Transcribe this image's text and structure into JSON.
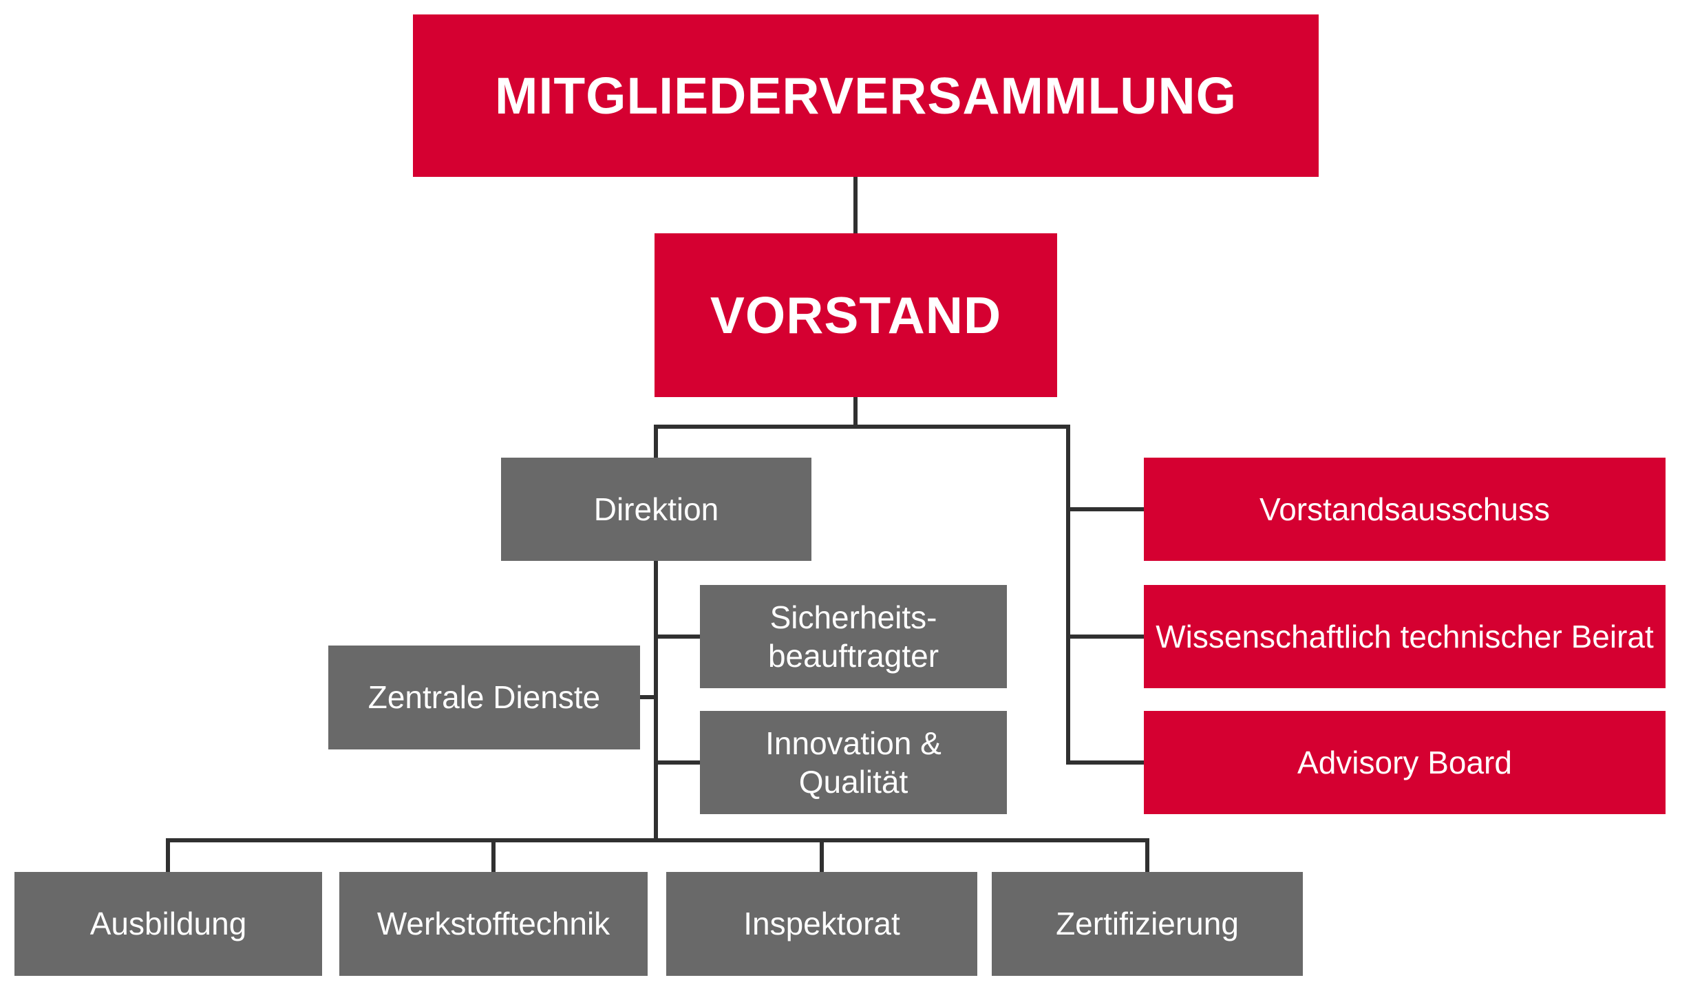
{
  "colors": {
    "node_red": "#D50031",
    "node_gray": "#696969",
    "edge": "#303030",
    "text": "#FFFFFF",
    "background": "#FFFFFF"
  },
  "org_chart": {
    "nodes": {
      "mitgliederversammlung": {
        "label": "MITGLIEDERVERSAMMLUNG",
        "color": "red"
      },
      "vorstand": {
        "label": "VORSTAND",
        "color": "red"
      },
      "direktion": {
        "label": "Direktion",
        "color": "gray"
      },
      "vorstandsausschuss": {
        "label": "Vorstandsausschuss",
        "color": "red"
      },
      "sicherheitsbeauftragter": {
        "label": "Sicherheits-\nbeauftragter",
        "color": "gray"
      },
      "wissenschaftlich_technischer_beirat": {
        "label": "Wissenschaftlich technischer Beirat",
        "color": "red"
      },
      "zentrale_dienste": {
        "label": "Zentrale Dienste",
        "color": "gray"
      },
      "innovation_qualitaet": {
        "label": "Innovation &\nQualität",
        "color": "gray"
      },
      "advisory_board": {
        "label": "Advisory Board",
        "color": "red"
      },
      "ausbildung": {
        "label": "Ausbildung",
        "color": "gray"
      },
      "werkstofftechnik": {
        "label": "Werkstofftechnik",
        "color": "gray"
      },
      "inspektorat": {
        "label": "Inspektorat",
        "color": "gray"
      },
      "zertifizierung": {
        "label": "Zertifizierung",
        "color": "gray"
      }
    }
  }
}
